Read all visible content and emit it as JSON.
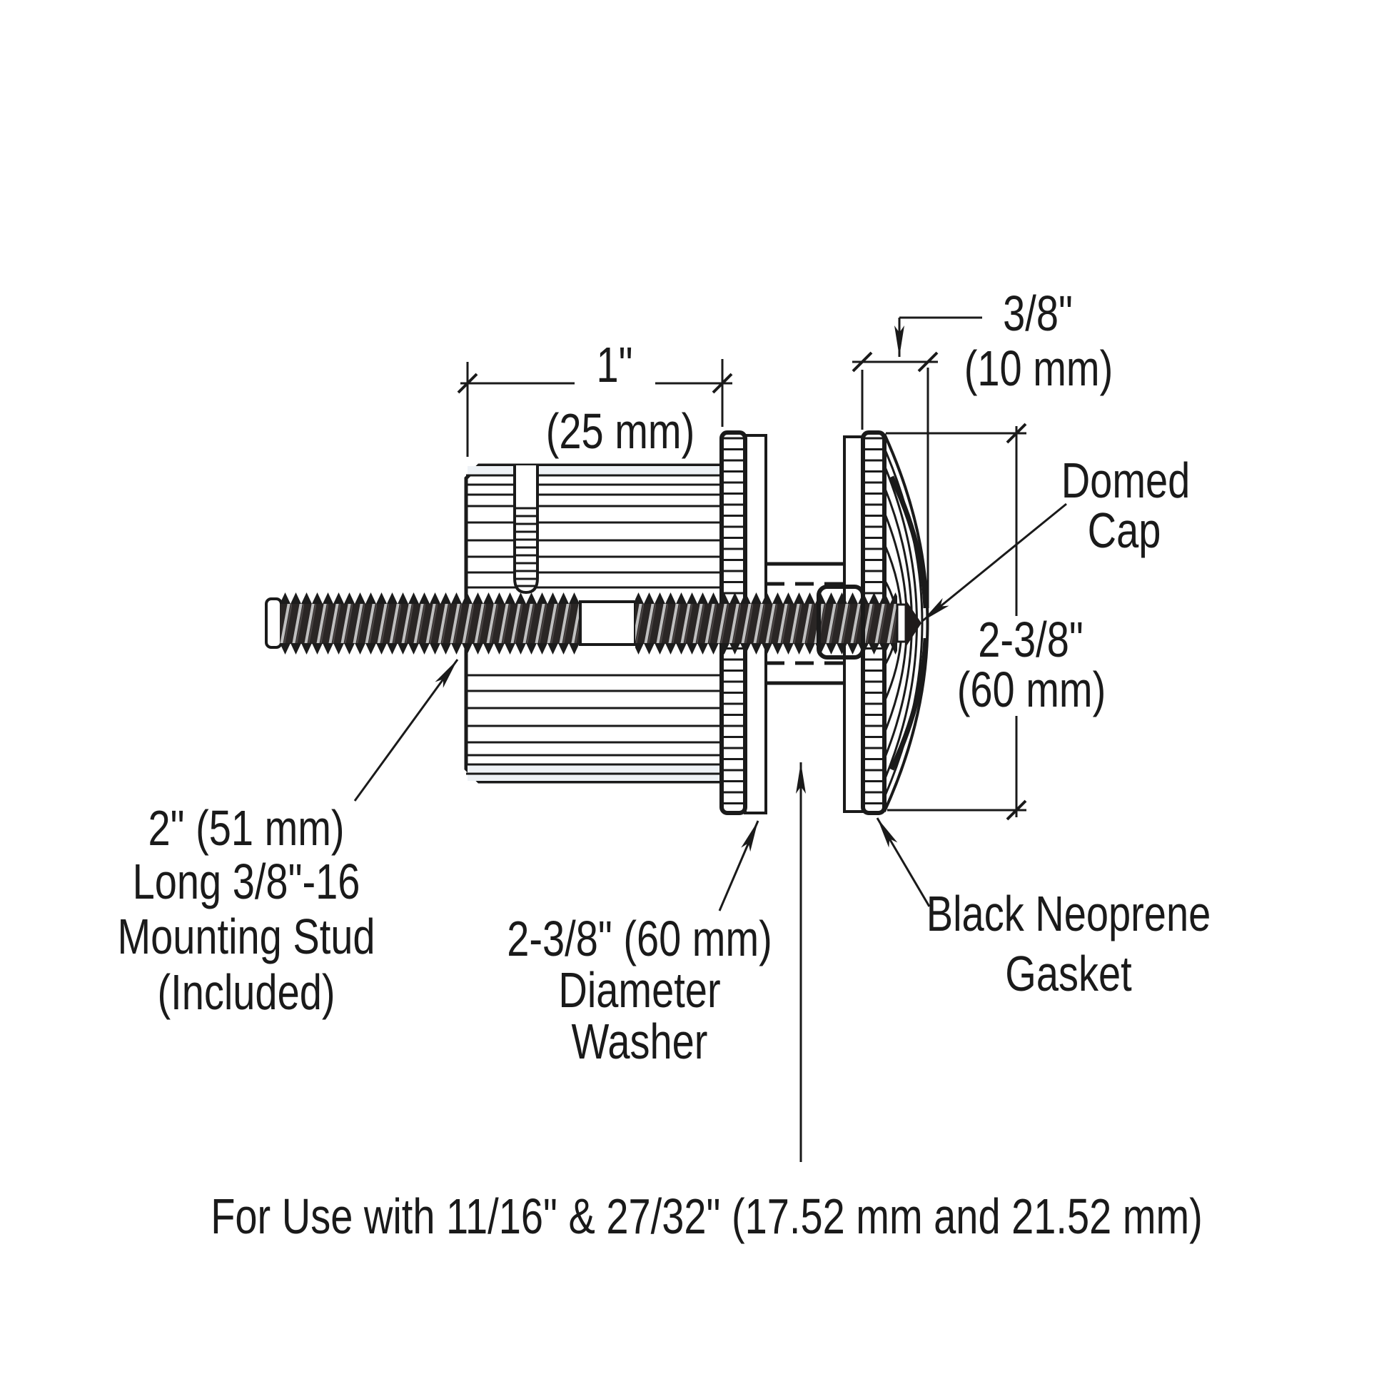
{
  "diagram": {
    "dim_width": {
      "value": "1\"",
      "metric": "(25 mm)"
    },
    "dim_cap_depth": {
      "value": "3/8\"",
      "metric": "(10 mm)"
    },
    "dim_diameter": {
      "value": "2-3/8\"",
      "metric": "(60 mm)"
    },
    "labels": {
      "domed_cap": [
        "Domed",
        "Cap"
      ],
      "mounting_stud": [
        "2\" (51 mm)",
        "Long 3/8\"-16",
        "Mounting Stud",
        "(Included)"
      ],
      "washer": [
        "2-3/8\" (60 mm)",
        "Diameter",
        "Washer"
      ],
      "gasket": [
        "Black Neoprene",
        "Gasket"
      ]
    },
    "footer": "For Use with 11/16\" & 27/32\" (17.52 mm and 21.52 mm)",
    "colors": {
      "line": "#1a1a1a",
      "metal_gray": "#d9d9d9",
      "body_tint": "#eef2f6",
      "thread_dark": "#2a2625"
    }
  }
}
